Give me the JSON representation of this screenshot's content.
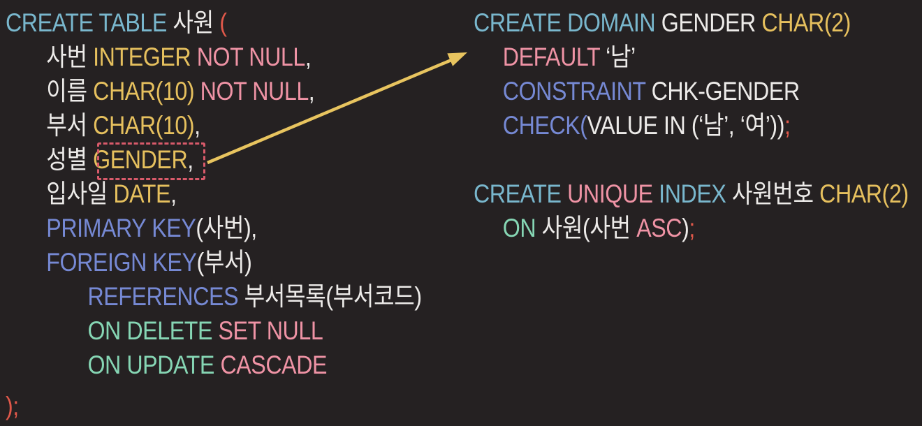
{
  "slide": {
    "description": "SQL slide: CREATE TABLE with GENDER column linked by arrow to CREATE DOMAIN definition"
  },
  "colors": {
    "background": "#252122",
    "cyan": "#79b7cd",
    "yellow": "#e6c05e",
    "pink": "#ef93a5",
    "white": "#edebe9",
    "blue": "#7689d4",
    "teal": "#86d6b4",
    "red": "#e0584a",
    "box_red": "#d85a6a",
    "arrow_yellow": "#e8c45f"
  },
  "left_code": {
    "lines": [
      {
        "indent": 0,
        "segments": [
          {
            "text": "CREATE TABLE ",
            "color": "cyan"
          },
          {
            "text": "사원 ",
            "color": "white"
          },
          {
            "text": "(",
            "color": "red"
          }
        ]
      },
      {
        "indent": 1,
        "segments": [
          {
            "text": "사번 ",
            "color": "white"
          },
          {
            "text": "INTEGER ",
            "color": "yellow"
          },
          {
            "text": "NOT NULL",
            "color": "pink"
          },
          {
            "text": ",",
            "color": "white"
          }
        ]
      },
      {
        "indent": 1,
        "segments": [
          {
            "text": "이름 ",
            "color": "white"
          },
          {
            "text": "CHAR(10) ",
            "color": "yellow"
          },
          {
            "text": "NOT NULL",
            "color": "pink"
          },
          {
            "text": ",",
            "color": "white"
          }
        ]
      },
      {
        "indent": 1,
        "segments": [
          {
            "text": "부서 ",
            "color": "white"
          },
          {
            "text": "CHAR(10)",
            "color": "yellow"
          },
          {
            "text": ",",
            "color": "white"
          }
        ]
      },
      {
        "indent": 1,
        "segments": [
          {
            "text": "성별 ",
            "color": "white"
          },
          {
            "text": "GENDER",
            "color": "yellow"
          },
          {
            "text": ",",
            "color": "white"
          }
        ]
      },
      {
        "indent": 1,
        "segments": [
          {
            "text": "입사일 ",
            "color": "white"
          },
          {
            "text": "DATE",
            "color": "yellow"
          },
          {
            "text": ",",
            "color": "white"
          }
        ]
      },
      {
        "indent": 1,
        "segments": [
          {
            "text": "PRIMARY KEY",
            "color": "blue"
          },
          {
            "text": "(사번),",
            "color": "white"
          }
        ]
      },
      {
        "indent": 1,
        "segments": [
          {
            "text": "FOREIGN KEY",
            "color": "blue"
          },
          {
            "text": "(부서)",
            "color": "white"
          }
        ]
      },
      {
        "indent": 2,
        "segments": [
          {
            "text": "REFERENCES ",
            "color": "blue"
          },
          {
            "text": "부서목록(부서코드)",
            "color": "white"
          }
        ]
      },
      {
        "indent": 2,
        "segments": [
          {
            "text": "ON DELETE ",
            "color": "teal"
          },
          {
            "text": "SET NULL",
            "color": "pink"
          }
        ]
      },
      {
        "indent": 2,
        "segments": [
          {
            "text": "ON UPDATE ",
            "color": "teal"
          },
          {
            "text": "CASCADE",
            "color": "pink"
          }
        ]
      },
      {
        "indent": 0,
        "gap_before": true,
        "segments": [
          {
            "text": ");",
            "color": "red"
          }
        ]
      }
    ]
  },
  "right_code": {
    "lines": [
      {
        "indent": 0,
        "segments": [
          {
            "text": "CREATE DOMAIN ",
            "color": "cyan"
          },
          {
            "text": "GENDER ",
            "color": "white"
          },
          {
            "text": "CHAR(2)",
            "color": "yellow"
          }
        ]
      },
      {
        "indent": 1,
        "segments": [
          {
            "text": "DEFAULT ",
            "color": "pink"
          },
          {
            "text": "‘남’",
            "color": "white"
          }
        ]
      },
      {
        "indent": 1,
        "segments": [
          {
            "text": "CONSTRAINT ",
            "color": "blue"
          },
          {
            "text": "CHK-GENDER",
            "color": "white"
          }
        ]
      },
      {
        "indent": 1,
        "segments": [
          {
            "text": "CHECK(",
            "color": "blue"
          },
          {
            "text": "VALUE IN (‘남’, ‘여’))",
            "color": "white"
          },
          {
            "text": ";",
            "color": "red"
          }
        ]
      },
      {
        "indent": 0,
        "segments": []
      },
      {
        "indent": 0,
        "segments": [
          {
            "text": "CREATE ",
            "color": "cyan"
          },
          {
            "text": "UNIQUE ",
            "color": "pink"
          },
          {
            "text": "INDEX ",
            "color": "cyan"
          },
          {
            "text": "사원번호 ",
            "color": "white"
          },
          {
            "text": "CHAR(2)",
            "color": "yellow"
          }
        ]
      },
      {
        "indent": 1,
        "segments": [
          {
            "text": "ON ",
            "color": "teal"
          },
          {
            "text": "사원(사번 ",
            "color": "white"
          },
          {
            "text": "ASC",
            "color": "pink"
          },
          {
            "text": ")",
            "color": "white"
          },
          {
            "text": ";",
            "color": "red"
          }
        ]
      }
    ]
  },
  "annotations": {
    "highlight_target": "GENDER,",
    "arrow_meaning": "GENDER column type refers to CREATE DOMAIN GENDER definition"
  }
}
